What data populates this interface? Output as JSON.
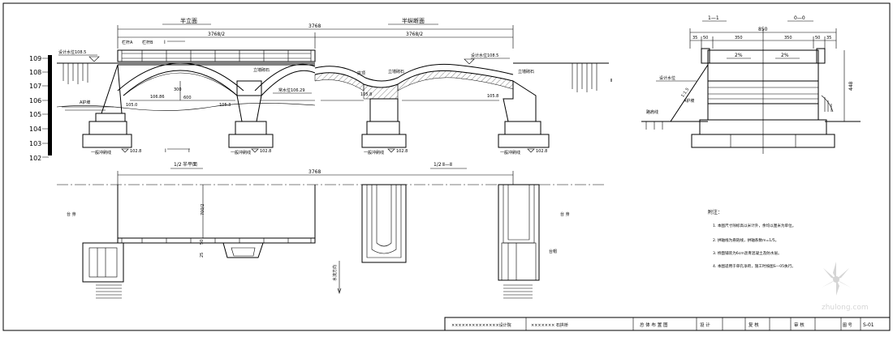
{
  "elevation": {
    "left_title": "半立面",
    "right_title": "半纵断面",
    "total_span": "3768",
    "half_span_left": "3768/2",
    "half_span_right": "3768/2",
    "levels": [
      "109",
      "108",
      "107",
      "106",
      "105",
      "104",
      "103",
      "102"
    ],
    "water_level_left": "设计水位108.5",
    "water_level_right": "设计水位108.5",
    "mid_water_level": "常水位106.29",
    "label_106_86": "106.86",
    "label_105_0": "105.0",
    "label_105_3": "105.3",
    "foot_level_1": "102.8",
    "foot_level_2": "102.8",
    "foot_level_3": "102.8",
    "foot_level_4": "102.8",
    "section_mark_top": "I",
    "section_mark_bottom": "I",
    "dim_600": "600",
    "dim_300": "300"
  },
  "plan": {
    "left_title": "半平面",
    "left_fraction": "1/2",
    "right_title": "Ⅱ—Ⅱ",
    "right_fraction": "1/2",
    "total_span": "3768",
    "dim_700_2": "700/2",
    "dim_50": "50",
    "dim_25": "25",
    "left_side_label": "台 身",
    "right_side_label": "台 身",
    "flow_label": "水流方向"
  },
  "cross_section": {
    "title_left": "1—1",
    "title_right": "0—0",
    "total_width": "850",
    "dims": [
      "35",
      "50",
      "350",
      "350",
      "50",
      "35"
    ],
    "slope_left": "2%",
    "slope_right": "2%",
    "height_dim": "448",
    "slope_ratio": "1:1.5"
  },
  "notes": {
    "title": "附注：",
    "items": [
      "1. 本图尺寸除标高以米计外，余均以厘米为单位。",
      "2. 拱轴线为悬链线，拱轴系数m=1/5。",
      "3. 桥面铺装为6cm沥青混凝土及防水层。",
      "4. 本图适用于单孔净跨，施工时按图S—05执行。"
    ]
  },
  "title_block": {
    "project": "××××××××××××××设计院",
    "bridge": "××××××× 石拱桥",
    "drawing": "总 体 布 置 图",
    "design": "设 计",
    "review": "复 核",
    "approve": "审 核",
    "sheet_no": "S-01",
    "sheet_label": "图 号"
  },
  "watermark": "zhulong.com"
}
